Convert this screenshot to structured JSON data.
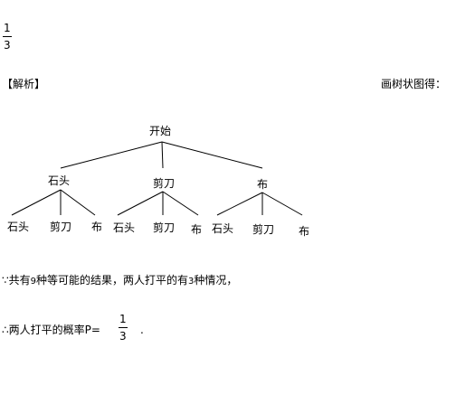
{
  "answer": {
    "numerator": "1",
    "denominator": "3"
  },
  "analysis_label": "【解析】",
  "tree_intro": "画树状图得：",
  "tree": {
    "root": "开始",
    "level1": [
      "石头",
      "剪刀",
      "布"
    ],
    "level2": [
      [
        "石头",
        "剪刀",
        "布"
      ],
      [
        "石头",
        "剪刀",
        "布"
      ],
      [
        "石头",
        "剪刀",
        "布"
      ]
    ]
  },
  "line1": {
    "prefix": "∵共有",
    "total": "9",
    "middle": "种等可能的结果，两人打平的有",
    "ties": "3",
    "suffix": "种情况，"
  },
  "line2": {
    "prefix": "∴两人打平的概率P=",
    "numerator": "1",
    "denominator": "3",
    "suffix": "."
  }
}
